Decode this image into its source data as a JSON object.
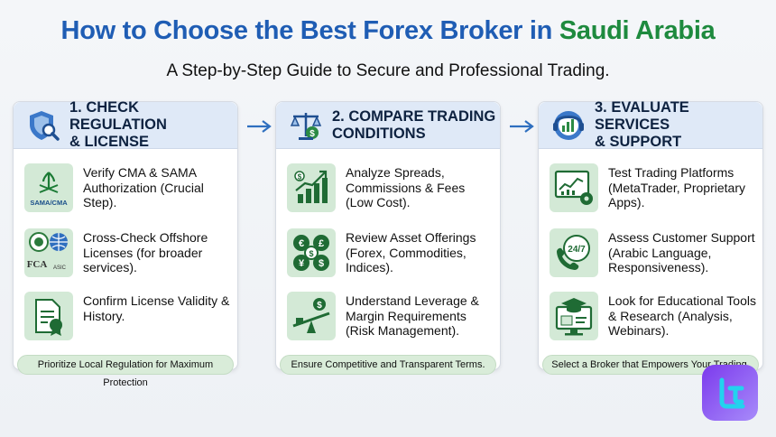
{
  "title": {
    "main": "How to Choose the Best Forex Broker in",
    "highlight": "Saudi Arabia"
  },
  "subtitle": "A Step-by-Step Guide to Secure and Professional Trading.",
  "colors": {
    "title_blue": "#1f5db4",
    "highlight_green": "#1e8a3e",
    "header_bg": "#dfe9f7",
    "icon_bg": "#d3e9d6",
    "footer_bg": "#d9ecd9",
    "logo_purple": "#7c3aed"
  },
  "columns": [
    {
      "heading_line1": "1. Check Regulation",
      "heading_line2": "& License",
      "head_icon": "shield-magnifier-icon",
      "items": [
        {
          "icon": "sama-cma-emblem-icon",
          "icon_caption": "SAMA/CMA",
          "text": "Verify CMA & SAMA Authorization (Crucial Step)."
        },
        {
          "icon": "regulator-logos-icon",
          "icon_caption_a": "FCA",
          "icon_caption_b": "ASIC",
          "text": "Cross-Check Offshore Licenses (for broader services)."
        },
        {
          "icon": "certificate-stamp-icon",
          "text": "Confirm License Validity & History."
        }
      ],
      "footer": "Prioritize Local Regulation for Maximum Protection"
    },
    {
      "heading_line1": "2. Compare Trading",
      "heading_line2": "Conditions",
      "head_icon": "balance-scale-icon",
      "items": [
        {
          "icon": "rising-bar-chart-icon",
          "text": "Analyze Spreads, Commissions & Fees (Low Cost)."
        },
        {
          "icon": "currency-coins-icon",
          "text": "Review Asset Offerings (Forex, Commodities, Indices)."
        },
        {
          "icon": "seesaw-leverage-icon",
          "text": "Understand Leverage & Margin Requirements (Risk Management)."
        }
      ],
      "footer": "Ensure Competitive and Transparent Terms."
    },
    {
      "heading_line1": "3. Evaluate Services",
      "heading_line2": "& Support",
      "head_icon": "support-chart-icon",
      "items": [
        {
          "icon": "trading-platform-icon",
          "text": "Test Trading Platforms (MetaTrader, Proprietary Apps)."
        },
        {
          "icon": "24-7-phone-icon",
          "icon_caption": "24/7",
          "text": "Assess Customer Support (Arabic Language, Responsiveness)."
        },
        {
          "icon": "graduation-monitor-icon",
          "text": "Look for Educational Tools & Research (Analysis, Webinars)."
        }
      ],
      "footer": "Select a Broker that Empowers Your Trading."
    }
  ]
}
